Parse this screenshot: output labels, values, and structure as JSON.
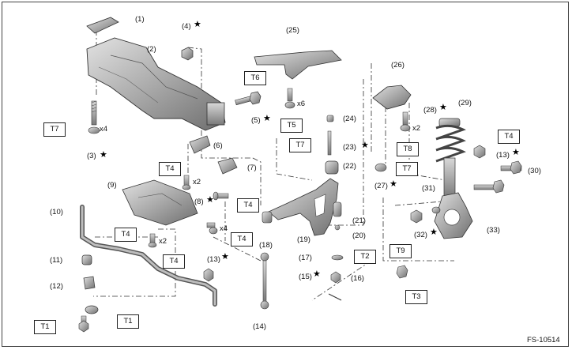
{
  "figure_code": "FS-10514",
  "star_symbol": "★",
  "multipliers": {
    "x4_t7": "x4",
    "x6_bolt": "x6",
    "x2_t4_upper": "x2",
    "x2_t8": "x2",
    "x4_t4_mid": "x4",
    "x2_t4_lower": "x2"
  },
  "part_labels": {
    "p1": "(1)",
    "p2": "(2)",
    "p3": "(3)",
    "p4": "(4)",
    "p5": "(5)",
    "p6": "(6)",
    "p7": "(7)",
    "p8": "(8)",
    "p9": "(9)",
    "p10": "(10)",
    "p11": "(11)",
    "p12": "(12)",
    "p13a": "(13)",
    "p13b": "(13)",
    "p14": "(14)",
    "p15": "(15)",
    "p16": "(16)",
    "p17": "(17)",
    "p18": "(18)",
    "p19": "(19)",
    "p20": "(20)",
    "p21": "(21)",
    "p22": "(22)",
    "p23": "(23)",
    "p24": "(24)",
    "p25": "(25)",
    "p26": "(26)",
    "p27": "(27)",
    "p28": "(28)",
    "p29": "(29)",
    "p30": "(30)",
    "p31": "(31)",
    "p32": "(32)",
    "p33": "(33)"
  },
  "torque_boxes": {
    "t6": "T6",
    "t5": "T5",
    "t7_upper": "T7",
    "t7_left": "T7",
    "t7_right": "T7",
    "t8": "T8",
    "t4_right": "T4",
    "t4_upper": "T4",
    "t4_8": "T4",
    "t4_mid": "T4",
    "t4_13": "T4",
    "t4_left": "T4",
    "t2": "T2",
    "t9": "T9",
    "t3": "T3",
    "t1_left": "T1",
    "t1_right": "T1"
  }
}
